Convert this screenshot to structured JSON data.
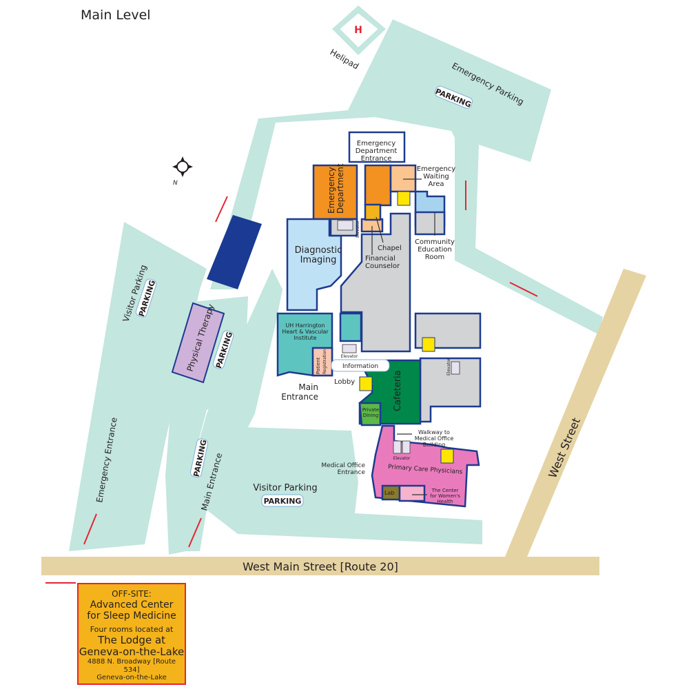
{
  "title": "Main Level",
  "helipad": {
    "label": "Helipad",
    "symbol": "H"
  },
  "compass": {
    "label": "N"
  },
  "streets": {
    "west_main": "West Main Street [Route 20]",
    "west": "West Street"
  },
  "parking": {
    "emergency": {
      "label": "Emergency Parking",
      "badge": "PARKING"
    },
    "visitor_left": {
      "label": "Visitor Parking",
      "badge": "PARKING"
    },
    "physical_therapy_lot": {
      "badge": "PARKING"
    },
    "main_entrance_lot": {
      "badge": "PARKING"
    },
    "visitor_bottom": {
      "label": "Visitor Parking",
      "badge": "PARKING"
    }
  },
  "driveways": {
    "emergency_entrance": "Emergency Entrance",
    "main_entrance": "Main Entrance"
  },
  "rooms": {
    "ed_entrance": [
      "Emergency",
      "Department",
      "Entrance"
    ],
    "emergency_department": [
      "Emergency",
      "Department"
    ],
    "emergency_waiting": [
      "Emergency",
      "Waiting",
      "Area"
    ],
    "elevator_top": "Elevator",
    "chapel": "Chapel",
    "financial_counselor": [
      "Financial",
      "Counselor"
    ],
    "community_education": [
      "Community",
      "Education",
      "Room"
    ],
    "diagnostic_imaging": [
      "Diagnostic",
      "Imaging"
    ],
    "heart_institute": [
      "UH Harrington",
      "Heart & Vascular",
      "Institute"
    ],
    "patient_registration": [
      "Patient",
      "Registration"
    ],
    "elevator_lobby": "Elevator",
    "information": "Information",
    "lobby": "Lobby",
    "main_entrance": [
      "Main",
      "Entrance"
    ],
    "cafeteria": "Cafeteria",
    "private_dining": [
      "Private",
      "Dining"
    ],
    "elevator_east": "Elevator",
    "walkway": [
      "Walkway to",
      "Medical Office",
      "Building"
    ],
    "elevator_mob": "Elevator",
    "medical_office_entrance": [
      "Medical Office",
      "Entrance"
    ],
    "primary_care": "Primary Care Physicians",
    "lab": "Lab",
    "womens_health": [
      "The Center",
      "for Women's",
      "Health"
    ],
    "physical_therapy": "Physical Therapy"
  },
  "offsite": {
    "heading": "OFF-SITE:",
    "name": [
      "Advanced Center",
      "for Sleep Medicine"
    ],
    "note": "Four rooms located at",
    "place": [
      "The Lodge at",
      "Geneva-on-the-Lake"
    ],
    "address": [
      "4888 N. Broadway [Route 534]",
      "Geneva-on-the-Lake"
    ]
  },
  "colors": {
    "parking": "#c3e6df",
    "road": "#e6d3a3",
    "emergency": "#f39220",
    "imaging": "#bfe1f5",
    "heart": "#5ec4c0",
    "cafeteria": "#00874a",
    "primary_care": "#e97bbd",
    "offsite": "#f4b31b",
    "arrow": "#e52433"
  }
}
